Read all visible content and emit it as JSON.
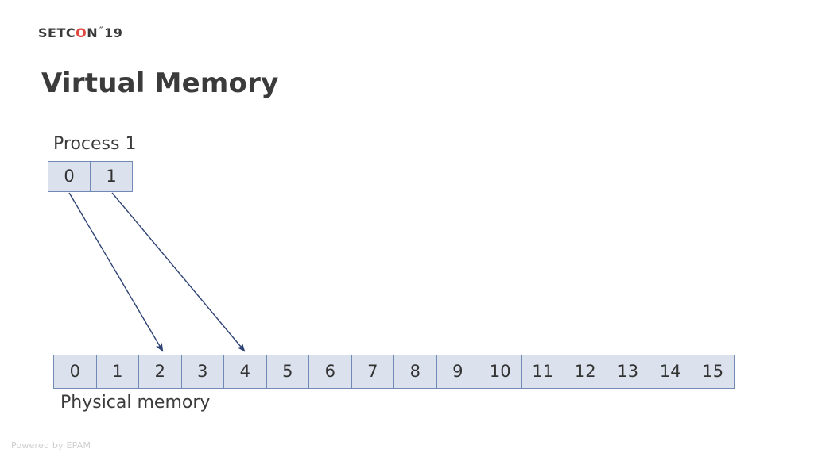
{
  "slide": {
    "title": "Virtual Memory",
    "background_color": "#ffffff"
  },
  "logo": {
    "part_a": "SETC",
    "letter_o": "O",
    "part_b": "N",
    "tick": "˝",
    "year": "19",
    "accent_color": "#e2453c",
    "text_color": "#3a3a3a"
  },
  "diagram": {
    "process": {
      "label": "Process 1",
      "cells": [
        "0",
        "1"
      ]
    },
    "physical": {
      "label": "Physical memory",
      "cells": [
        "0",
        "1",
        "2",
        "3",
        "4",
        "5",
        "6",
        "7",
        "8",
        "9",
        "10",
        "11",
        "12",
        "13",
        "14",
        "15"
      ]
    },
    "mappings": [
      {
        "from_page": "0",
        "to_frame": "2"
      },
      {
        "from_page": "1",
        "to_frame": "4"
      }
    ],
    "cell_fill_color": "#dce2ed",
    "cell_border_color": "#7089b5",
    "arrow_color": "#2e4374"
  },
  "footer": {
    "credit": "Powered by EPAM"
  }
}
